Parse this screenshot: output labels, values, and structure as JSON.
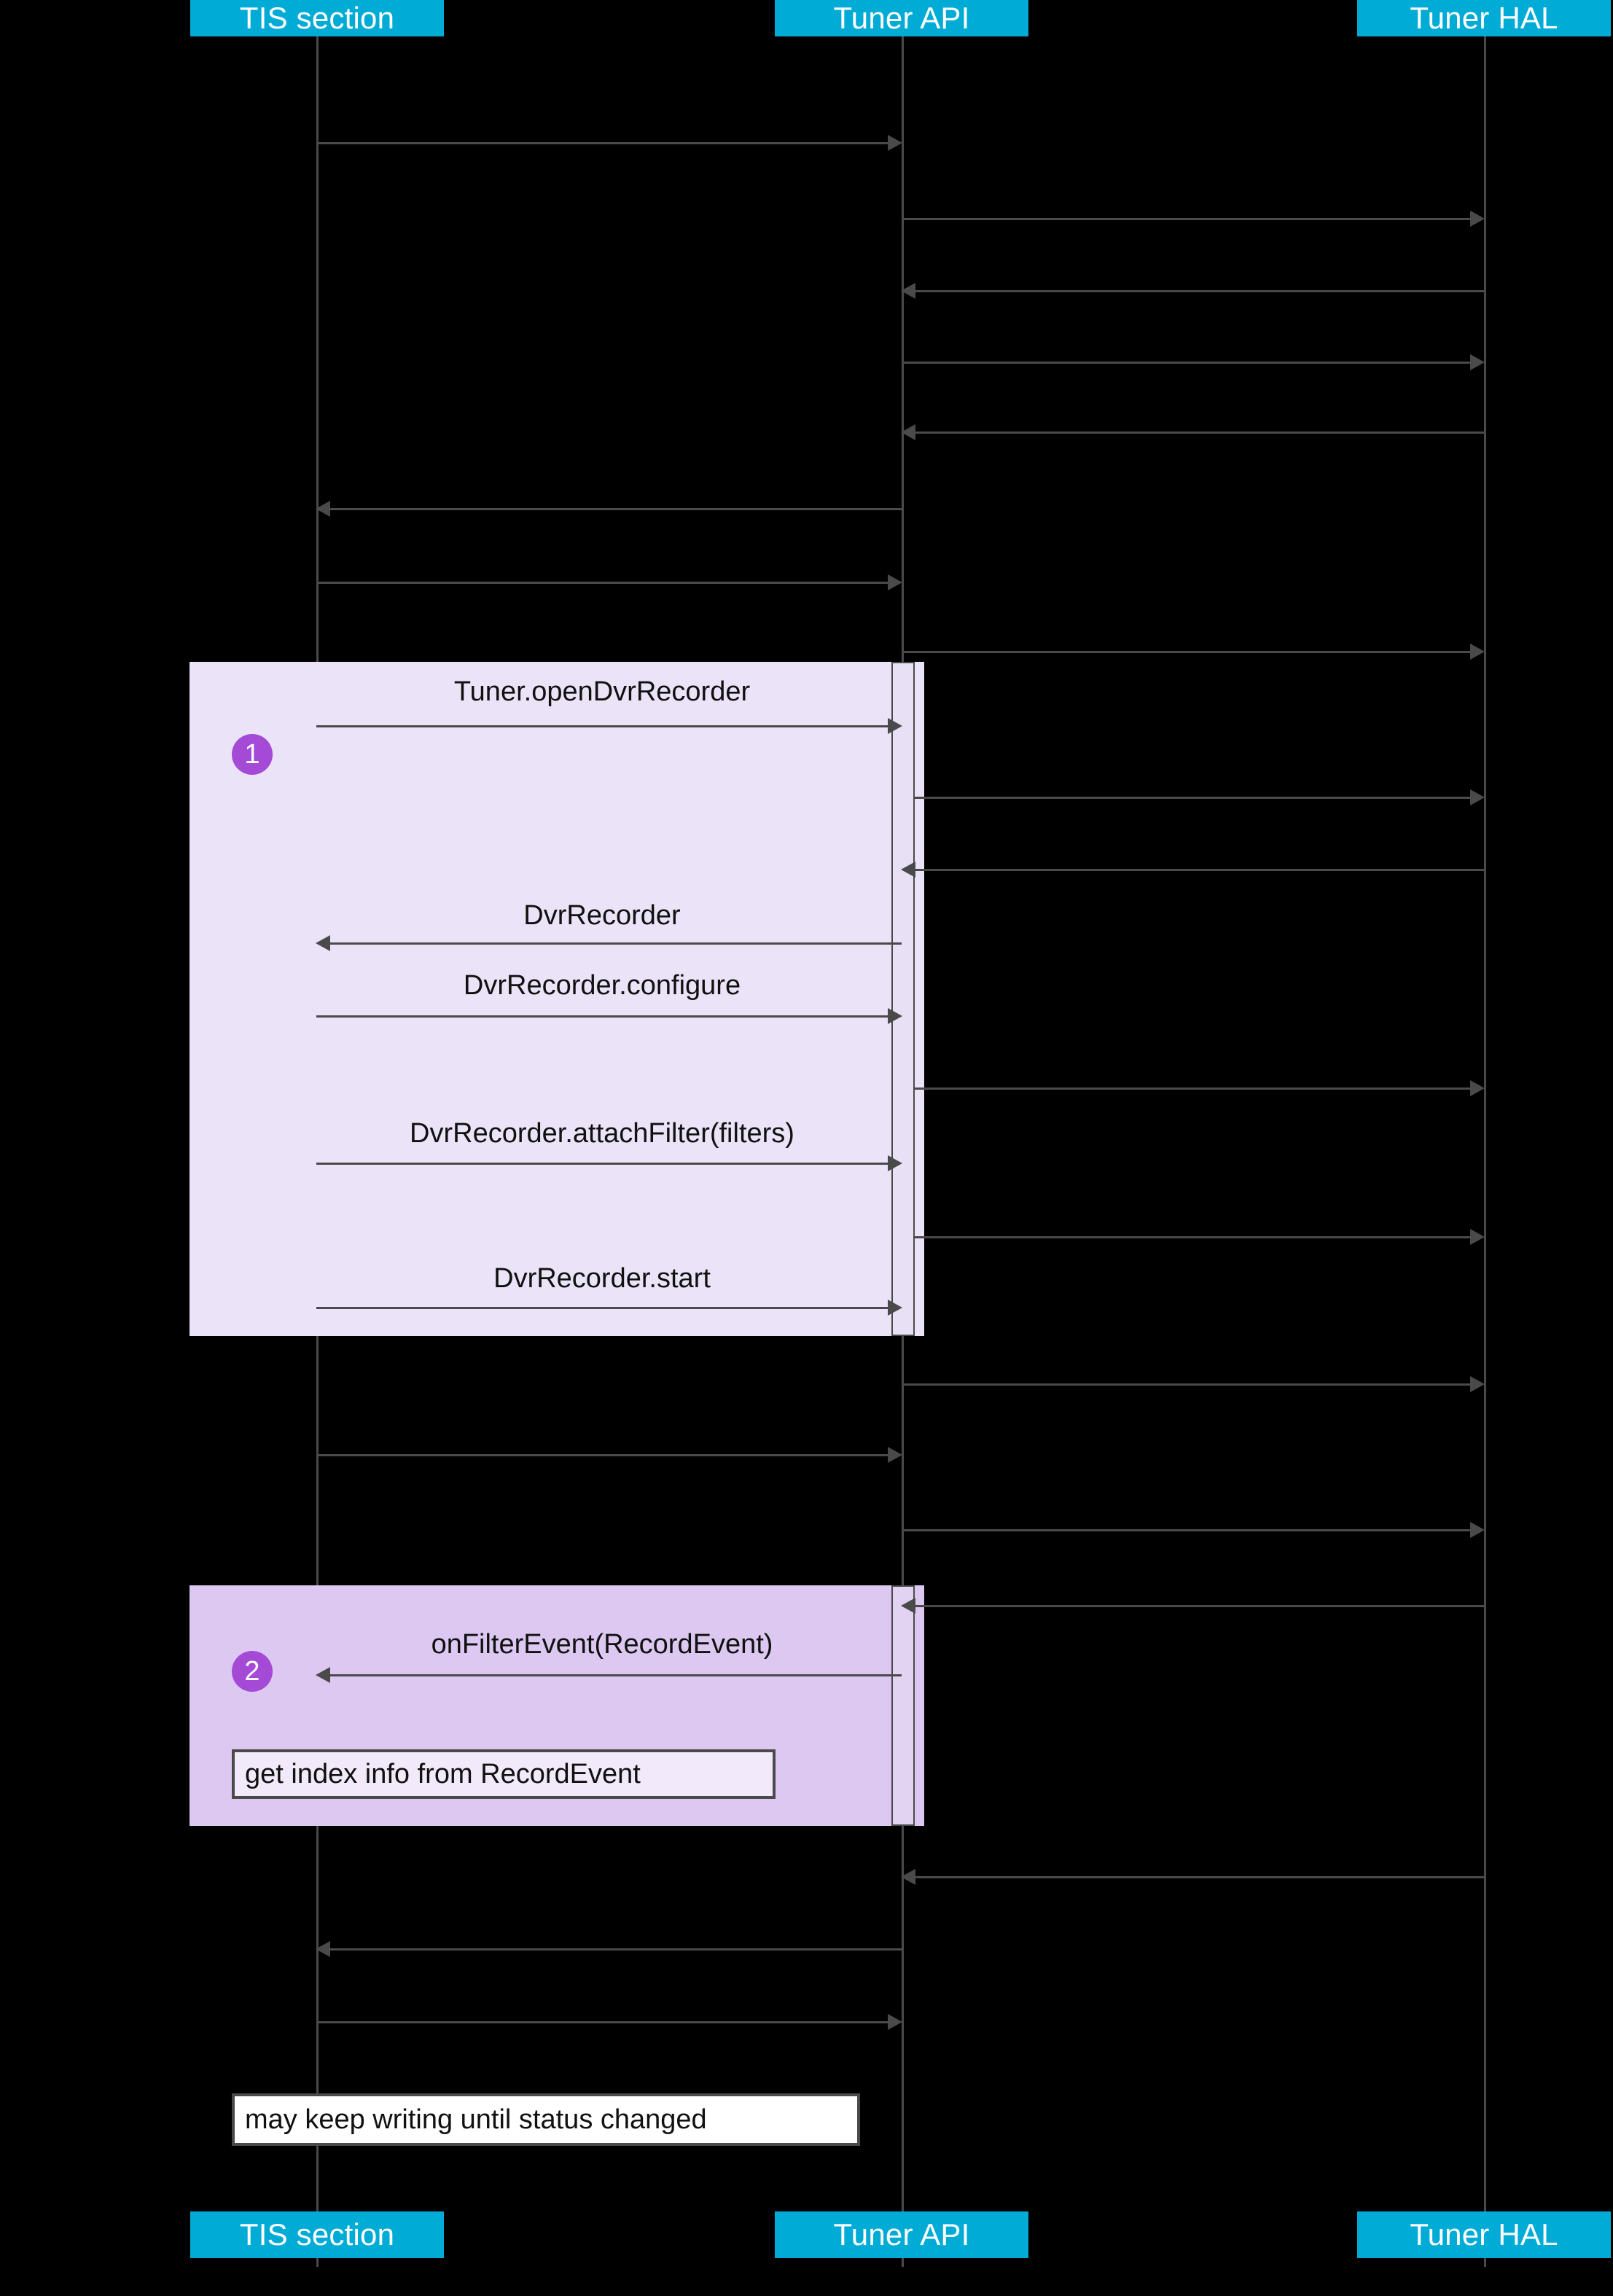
{
  "diagram": {
    "type": "sequence",
    "title": "",
    "background": "#000000",
    "colors": {
      "participant_header": "#00ABD6",
      "participant_header_text": "#FFFFFF",
      "lifeline": "#4A4A4A",
      "group_1_fill": "#EBE3F7",
      "group_2_fill": "#DCC8F0",
      "badge_fill": "#A44AD6",
      "badge_text": "#FFFFFF",
      "activation_fill": "#E8E0F5",
      "note_fill": "#FFFFFF",
      "message_text": "#111111"
    }
  },
  "participants": [
    {
      "id": "tis",
      "label": "TIS section"
    },
    {
      "id": "api",
      "label": "Tuner API"
    },
    {
      "id": "hal",
      "label": "Tuner HAL"
    }
  ],
  "footer_participants": [
    {
      "id": "tis",
      "label": "TIS section"
    },
    {
      "id": "api",
      "label": "Tuner API"
    },
    {
      "id": "hal",
      "label": "Tuner HAL"
    }
  ],
  "groups": [
    {
      "id": "group-1",
      "badge": "1",
      "fill": "#EBE3F7"
    },
    {
      "id": "group-2",
      "badge": "2",
      "fill": "#DCC8F0"
    }
  ],
  "messages": [
    {
      "id": "m01",
      "from": "tis",
      "to": "api",
      "direction": "right",
      "label": ""
    },
    {
      "id": "m02",
      "from": "api",
      "to": "hal",
      "direction": "right",
      "label": ""
    },
    {
      "id": "m03",
      "from": "hal",
      "to": "api",
      "direction": "left",
      "label": ""
    },
    {
      "id": "m04",
      "from": "api",
      "to": "hal",
      "direction": "right",
      "label": ""
    },
    {
      "id": "m05",
      "from": "hal",
      "to": "api",
      "direction": "left",
      "label": ""
    },
    {
      "id": "m06",
      "from": "api",
      "to": "tis",
      "direction": "left",
      "label": ""
    },
    {
      "id": "m07",
      "from": "tis",
      "to": "api",
      "direction": "right",
      "label": ""
    },
    {
      "id": "m08",
      "from": "api",
      "to": "hal",
      "direction": "right",
      "label": ""
    },
    {
      "id": "m09",
      "from": "tis",
      "to": "api",
      "direction": "right",
      "label": "Tuner.openDvrRecorder",
      "group": "group-1"
    },
    {
      "id": "m10",
      "from": "api",
      "to": "hal",
      "direction": "right",
      "label": "",
      "group": "group-1"
    },
    {
      "id": "m11",
      "from": "hal",
      "to": "api",
      "direction": "left",
      "label": "",
      "group": "group-1"
    },
    {
      "id": "m12",
      "from": "api",
      "to": "tis",
      "direction": "left",
      "label": "DvrRecorder",
      "group": "group-1"
    },
    {
      "id": "m13",
      "from": "tis",
      "to": "api",
      "direction": "right",
      "label": "DvrRecorder.configure",
      "group": "group-1"
    },
    {
      "id": "m14",
      "from": "api",
      "to": "hal",
      "direction": "right",
      "label": "",
      "group": "group-1"
    },
    {
      "id": "m15",
      "from": "tis",
      "to": "api",
      "direction": "right",
      "label": "DvrRecorder.attachFilter(filters)",
      "group": "group-1"
    },
    {
      "id": "m16",
      "from": "api",
      "to": "hal",
      "direction": "right",
      "label": "",
      "group": "group-1"
    },
    {
      "id": "m17",
      "from": "tis",
      "to": "api",
      "direction": "right",
      "label": "DvrRecorder.start",
      "group": "group-1"
    },
    {
      "id": "m18",
      "from": "api",
      "to": "hal",
      "direction": "right",
      "label": ""
    },
    {
      "id": "m19",
      "from": "tis",
      "to": "api",
      "direction": "right",
      "label": ""
    },
    {
      "id": "m20",
      "from": "api",
      "to": "hal",
      "direction": "right",
      "label": ""
    },
    {
      "id": "m21",
      "from": "hal",
      "to": "api",
      "direction": "left",
      "label": "",
      "group": "group-2"
    },
    {
      "id": "m22",
      "from": "api",
      "to": "tis",
      "direction": "left",
      "label": "onFilterEvent(RecordEvent)",
      "group": "group-2"
    },
    {
      "id": "m23",
      "from": "hal",
      "to": "api",
      "direction": "left",
      "label": ""
    },
    {
      "id": "m24",
      "from": "api",
      "to": "tis",
      "direction": "left",
      "label": ""
    },
    {
      "id": "m25",
      "from": "tis",
      "to": "api",
      "direction": "right",
      "label": ""
    }
  ],
  "notes": [
    {
      "id": "note-index",
      "text": "get index info from RecordEvent",
      "group": "group-2"
    },
    {
      "id": "note-writing",
      "text": "may keep writing until status changed"
    }
  ]
}
